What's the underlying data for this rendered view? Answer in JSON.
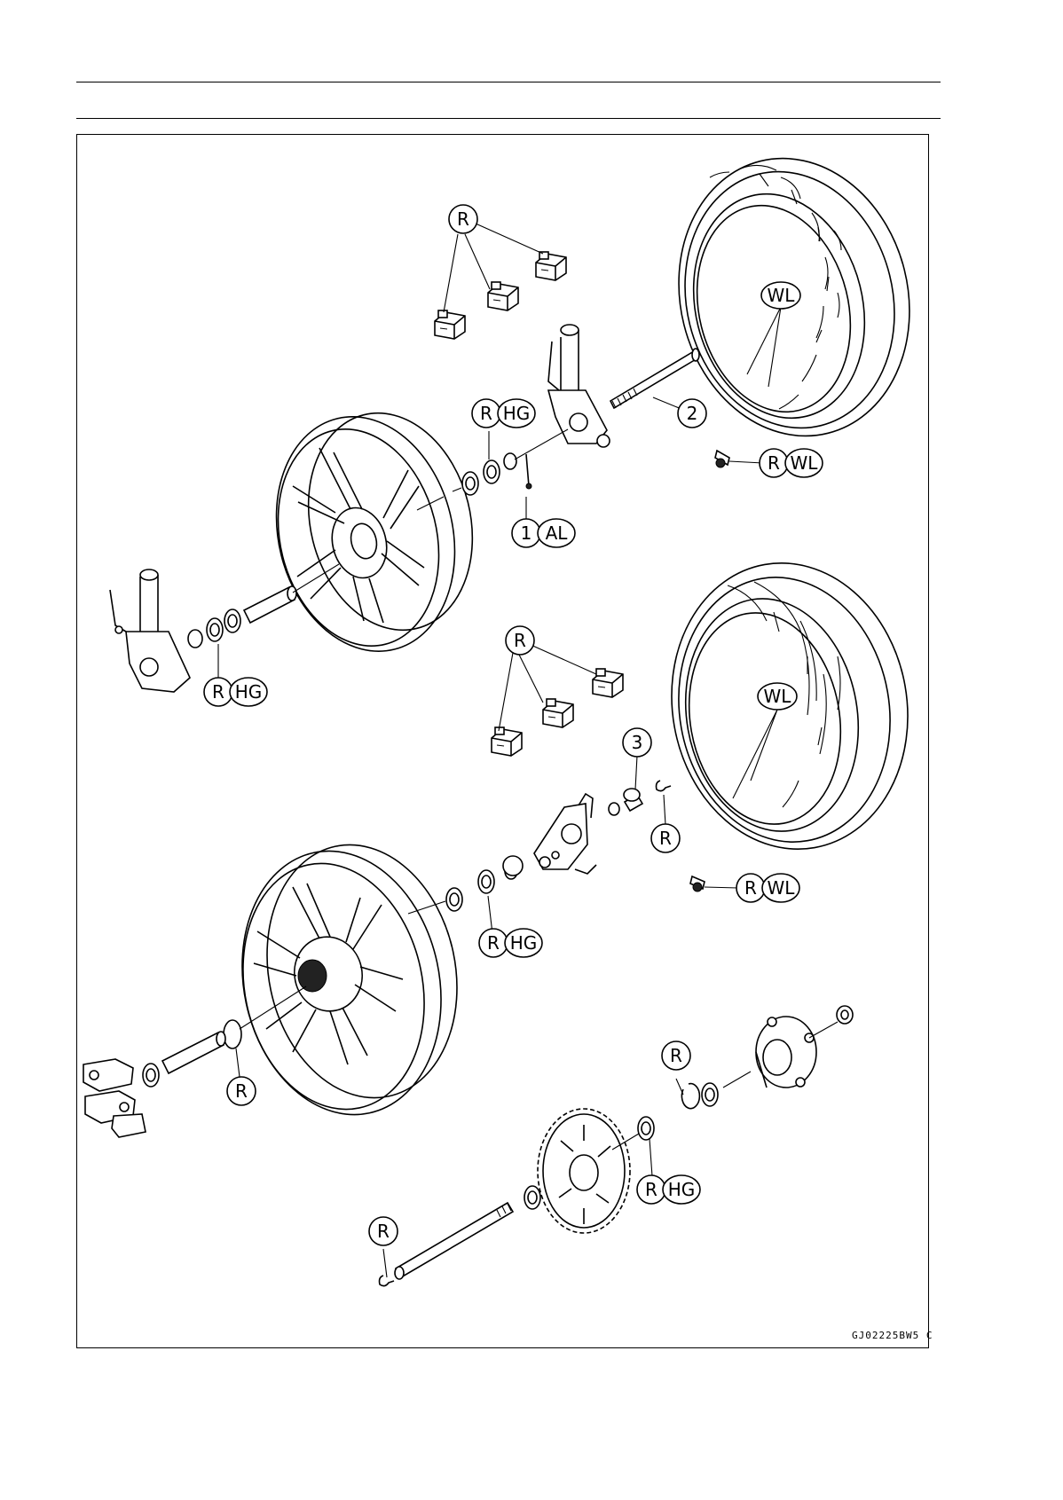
{
  "labels": {
    "r": "R",
    "hg": "HG",
    "wl": "WL",
    "al": "AL",
    "n1": "1",
    "n2": "2",
    "n3": "3"
  },
  "figure_code": "GJ02225BW5 C"
}
